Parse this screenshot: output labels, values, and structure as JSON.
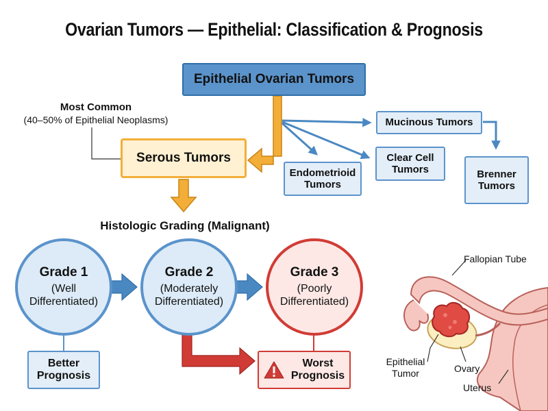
{
  "title": "Ovarian Tumors — Epithelial: Classification & Prognosis",
  "root": "Epithelial Ovarian Tumors",
  "annotation": {
    "line1": "Most Common",
    "line2": "(40–50% of Epithelial Neoplasms)"
  },
  "serous": "Serous Tumors",
  "mucinous": "Mucinous Tumors",
  "clear_cell": {
    "line1": "Clear Cell",
    "line2": "Tumors"
  },
  "endometrioid": {
    "line1": "Endometrioid",
    "line2": "Tumors"
  },
  "brenner": {
    "line1": "Brenner",
    "line2": "Tumors"
  },
  "grading_title": "Histologic Grading (Malignant)",
  "grades": [
    {
      "name": "Grade 1",
      "line1": "(Well",
      "line2": "Differentiated)"
    },
    {
      "name": "Grade 2",
      "line1": "(Moderately",
      "line2": "Differentiated)"
    },
    {
      "name": "Grade 3",
      "line1": "(Poorly",
      "line2": "Differentiated)"
    }
  ],
  "better": {
    "line1": "Better",
    "line2": "Prognosis"
  },
  "worst": {
    "line1": "Worst",
    "line2": "Prognosis"
  },
  "anatomy": {
    "fallopian_tube": "Fallopian Tube",
    "tumor": {
      "line1": "Epithelial",
      "line2": "Tumor"
    },
    "ovary": "Ovary",
    "uterus": "Uterus"
  },
  "colors": {
    "blue": "#5b93cb",
    "blue_dark": "#2f6ea8",
    "orange": "#f2ae38",
    "red": "#d13b35",
    "tissue": "#f6c7c0",
    "ovary": "#fbeec0"
  }
}
